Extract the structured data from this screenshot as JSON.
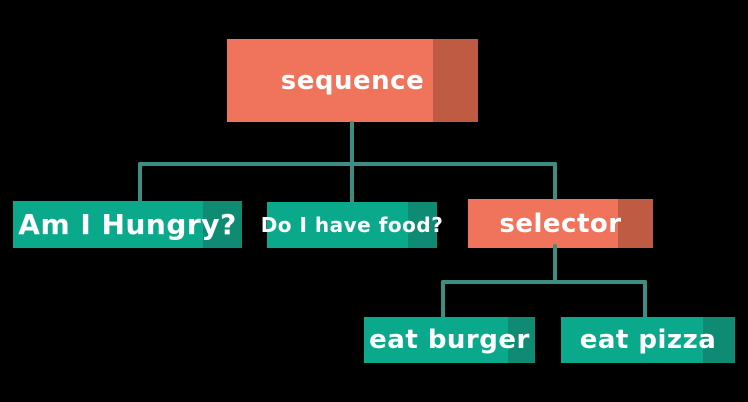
{
  "colors": {
    "background": "#000000",
    "composite": "#f0745b",
    "composite_accent": "#c05b43",
    "leaf": "#0ba98c",
    "leaf_accent": "#0f8b74",
    "connector": "#3e8d82",
    "text": "#ffffff"
  },
  "nodes": {
    "sequence": {
      "label": "sequence",
      "type": "composite"
    },
    "am_i_hungry": {
      "label": "Am I Hungry?",
      "type": "leaf"
    },
    "do_i_have_food": {
      "label": "Do I have food?",
      "type": "leaf"
    },
    "selector": {
      "label": "selector",
      "type": "composite"
    },
    "eat_burger": {
      "label": "eat burger",
      "type": "leaf"
    },
    "eat_pizza": {
      "label": "eat pizza",
      "type": "leaf"
    }
  },
  "structure": {
    "root": "sequence",
    "edges": [
      {
        "from": "sequence",
        "to": "am_i_hungry"
      },
      {
        "from": "sequence",
        "to": "do_i_have_food"
      },
      {
        "from": "sequence",
        "to": "selector"
      },
      {
        "from": "selector",
        "to": "eat_burger"
      },
      {
        "from": "selector",
        "to": "eat_pizza"
      }
    ]
  }
}
